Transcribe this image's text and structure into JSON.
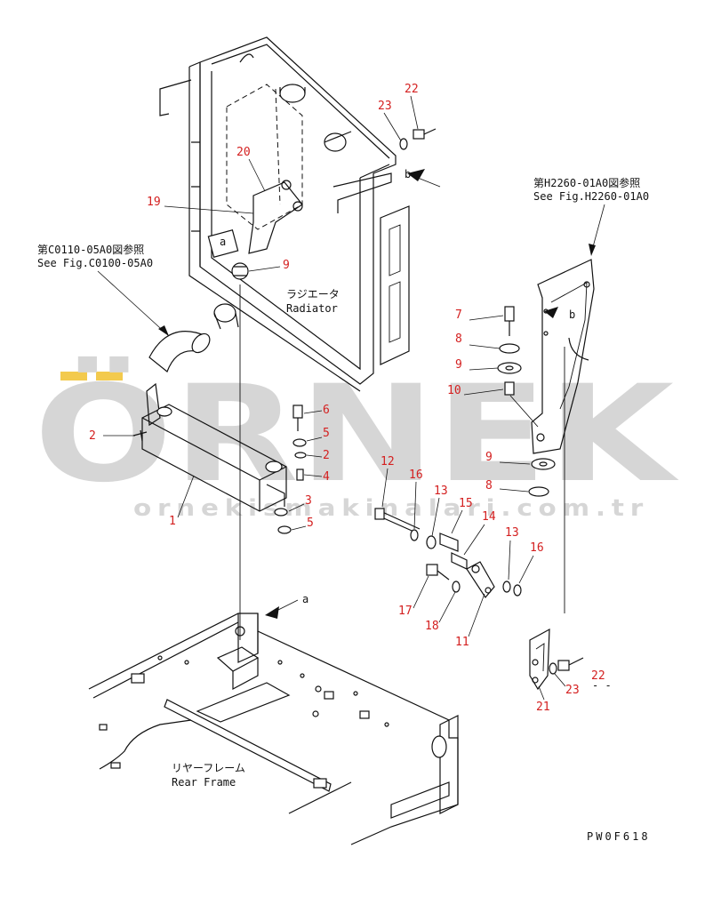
{
  "watermark": {
    "brand": "ÖRNEK",
    "site": "ornekismakinalari.com.tr",
    "accent": "#f2c12e",
    "gray": "#cfcfcf"
  },
  "colors": {
    "part_number": "#d42020",
    "line": "#111111"
  },
  "references": {
    "left_jp": "第C0110-05A0図参照",
    "left_en": "See Fig.C0100-05A0",
    "right_jp": "第H2260-01A0図参照",
    "right_en": "See Fig.H2260-01A0"
  },
  "components": {
    "radiator_jp": "ラジエータ",
    "radiator_en": "Radiator",
    "rear_frame_jp": "リヤーフレーム",
    "rear_frame_en": "Rear Frame"
  },
  "view_markers": [
    "a",
    "b"
  ],
  "drawing_code": "PW0F618",
  "footer_dash": "- -",
  "part_numbers": [
    "22",
    "23",
    "20",
    "19",
    "9",
    "7",
    "8",
    "9",
    "10",
    "6",
    "5",
    "2",
    "4",
    "3",
    "5",
    "2",
    "9",
    "8",
    "12",
    "16",
    "13",
    "15",
    "14",
    "13",
    "16",
    "17",
    "18",
    "11",
    "22",
    "23",
    "21",
    "1"
  ]
}
